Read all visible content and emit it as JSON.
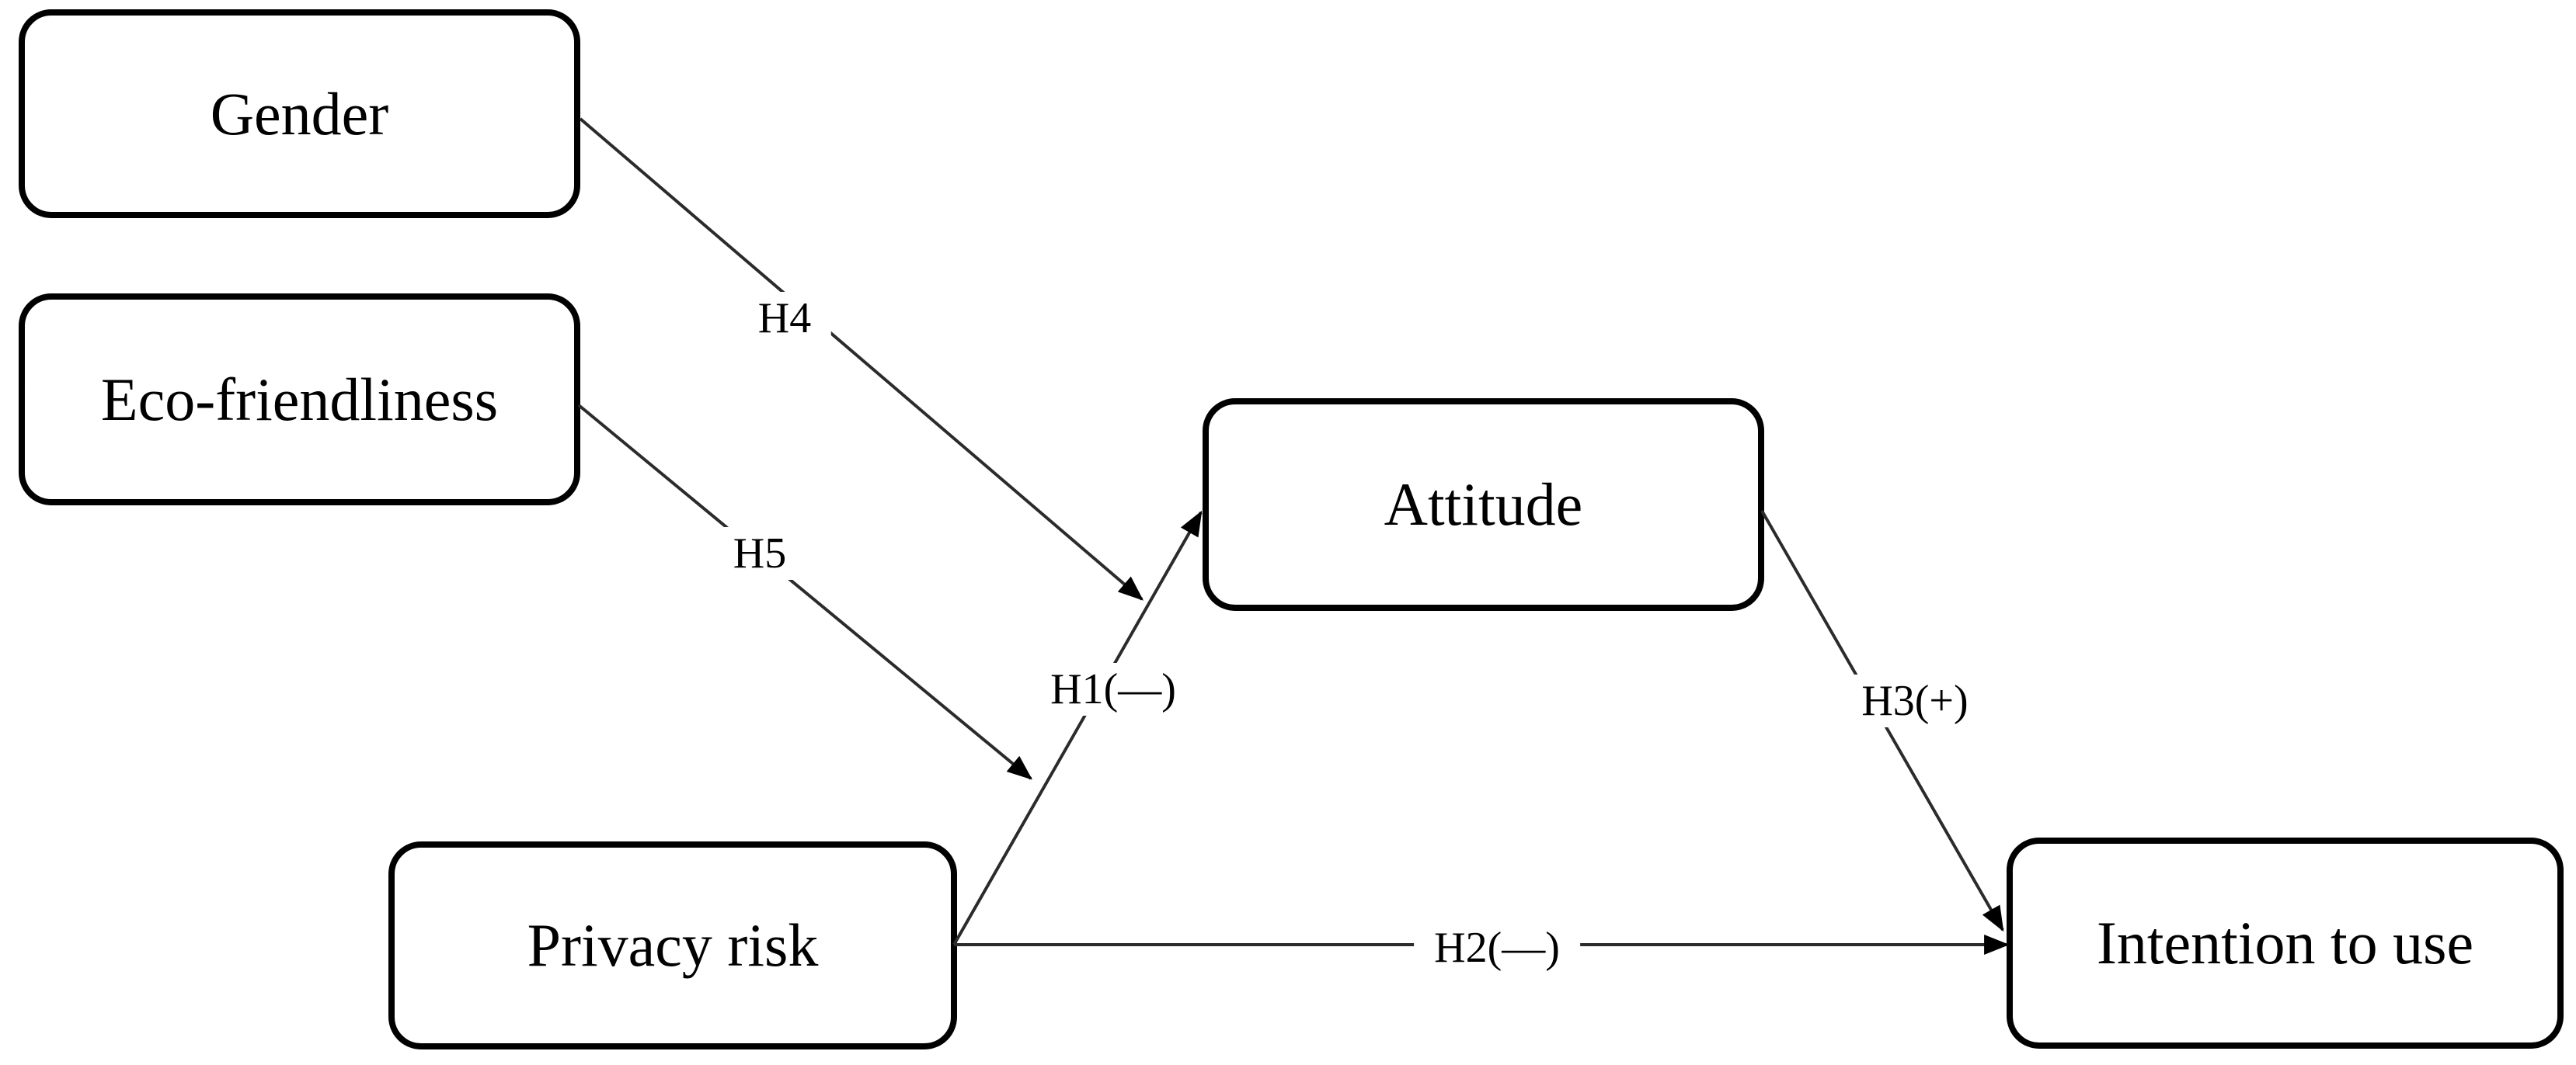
{
  "diagram": {
    "background_color": "#ffffff",
    "line_color": "#000000",
    "box_fill_color": "#ffffff",
    "text_color": "#000000",
    "nodes": {
      "gender": {
        "label": "Gender"
      },
      "eco_friendliness": {
        "label": "Eco-friendliness"
      },
      "privacy_risk": {
        "label": "Privacy risk"
      },
      "attitude": {
        "label": "Attitude"
      },
      "intention_to_use": {
        "label": "Intention to use"
      }
    },
    "edges": {
      "h4": {
        "label": "H4",
        "from": "Gender",
        "to": "H1 path"
      },
      "h5": {
        "label": "H5",
        "from": "Eco-friendliness",
        "to": "H1 path"
      },
      "h1": {
        "label": "H1(—)",
        "from": "Privacy risk",
        "to": "Attitude"
      },
      "h2": {
        "label": "H2(—)",
        "from": "Privacy risk",
        "to": "Intention to use"
      },
      "h3": {
        "label": "H3(+)",
        "from": "Attitude",
        "to": "Intention to use"
      }
    }
  }
}
